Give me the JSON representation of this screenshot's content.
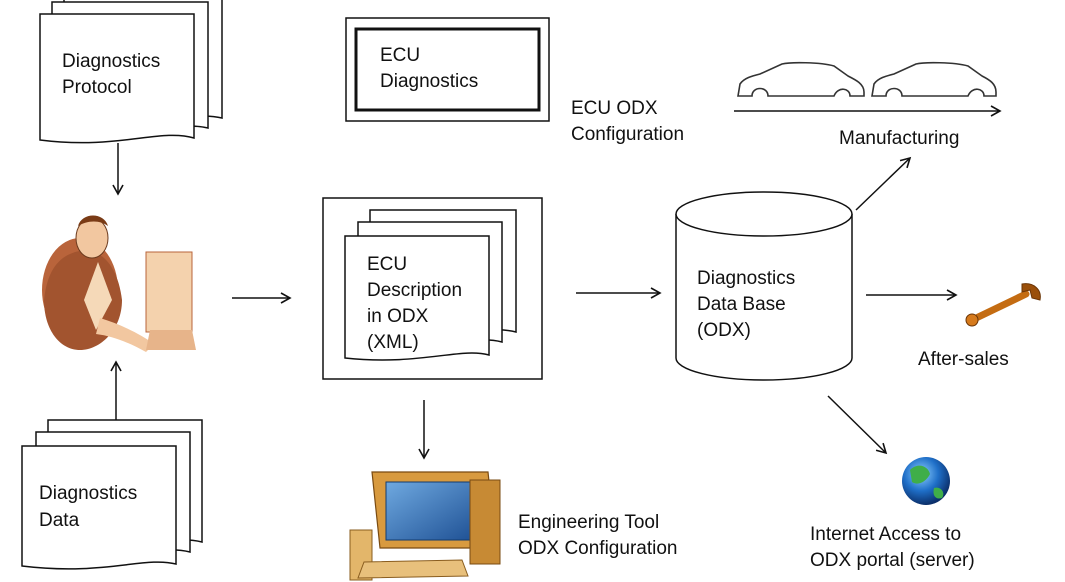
{
  "protocol_doc": {
    "line1": "Diagnostics",
    "line2": "Protocol"
  },
  "data_doc": {
    "line1": "Diagnostics",
    "line2": "Data"
  },
  "ecu_diag_box": {
    "line1": "ECU",
    "line2": "Diagnostics"
  },
  "ecu_odx_config": {
    "line1": "ECU ODX",
    "line2": "Configuration"
  },
  "manufacturing": {
    "label": "Manufacturing"
  },
  "ecu_description": {
    "line1": "ECU",
    "line2": "Description",
    "line3": "in ODX",
    "line4": "(XML)"
  },
  "database": {
    "line1": "Diagnostics",
    "line2": "Data Base",
    "line3": "(ODX)"
  },
  "after_sales": {
    "label": "After-sales"
  },
  "engineering_tool": {
    "line1": "Engineering Tool",
    "line2": "ODX Configuration"
  },
  "internet_access": {
    "line1": "Internet Access to",
    "line2": "ODX portal (server)"
  },
  "icons": [
    "document-stack-icon",
    "engineer-person-icon",
    "car-silhouette-icon",
    "database-cylinder-icon",
    "wrench-icon",
    "globe-icon",
    "computer-workstation-icon"
  ]
}
